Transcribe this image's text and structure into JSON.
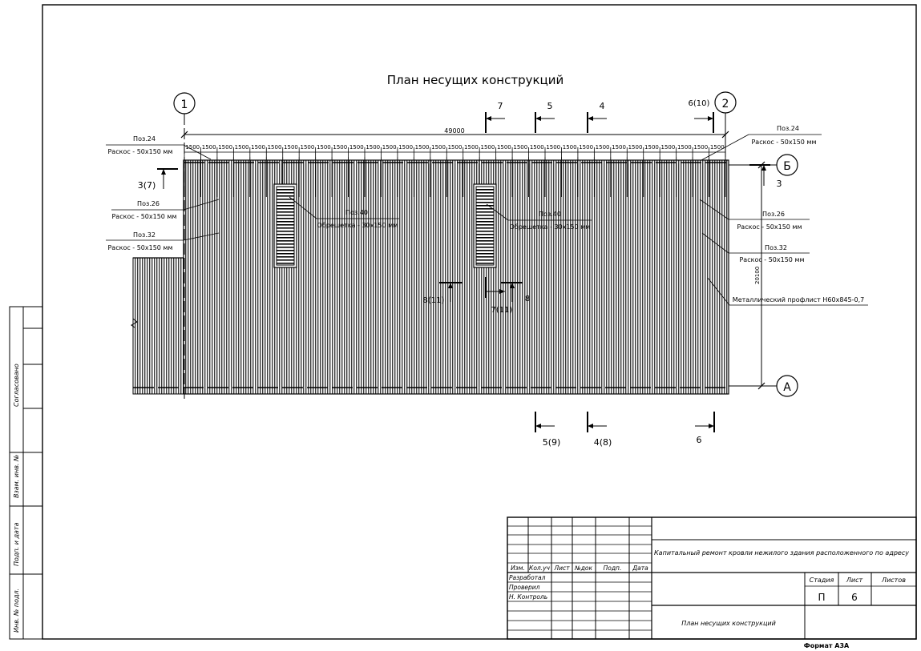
{
  "title": "План несущих конструкций",
  "axes": {
    "axis1": "1",
    "axis2": "2",
    "axisB": "Б",
    "axisA": "А"
  },
  "dimensions": {
    "overall_length": "49000",
    "bay_width": "20100",
    "spacing_label": "1500",
    "spacing_count": 33
  },
  "section_marks": {
    "top": [
      "7",
      "5",
      "4",
      "6(10)"
    ],
    "bottom": [
      "5(9)",
      "4(8)",
      "6"
    ],
    "left": "3(7)",
    "right": "3",
    "middle_8_11": "8(11)",
    "middle_7_11": "7(11)",
    "middle_8": "8"
  },
  "callouts": {
    "pos24_left": {
      "pos": "Поз.24",
      "desc": "Раскос - 50х150 мм"
    },
    "pos24_right": {
      "pos": "Поз.24",
      "desc": "Раскос - 50х150 мм"
    },
    "pos26_left": {
      "pos": "Поз.26",
      "desc": "Раскос - 50х150 мм"
    },
    "pos26_right": {
      "pos": "Поз.26",
      "desc": "Раскос - 50х150 мм"
    },
    "pos32_left": {
      "pos": "Поз.32",
      "desc": "Раскос - 50х150 мм"
    },
    "pos32_right": {
      "pos": "Поз.32",
      "desc": "Раскос - 50х150 мм"
    },
    "pos40_left": {
      "pos": "Поз.40",
      "desc": "Обрешетка - 30х150 мм"
    },
    "pos40_right": {
      "pos": "Поз.40",
      "desc": "Обрешетка - 30х150 мм"
    },
    "profile": "Металлический профлист Н60х845-0,7"
  },
  "side_stamp": {
    "soglasovano": "Согласовано",
    "vzam_inv": "Взам. инв. №",
    "podp_data": "Подп. и дата",
    "inv_podl": "Инв. № подл."
  },
  "title_block": {
    "headers": [
      "Изм.",
      "Кол.уч",
      "Лист",
      "№док",
      "Подп.",
      "Дата"
    ],
    "roles": [
      "Разработал",
      "Проверил",
      "Н. Контроль"
    ],
    "project_title": "Капитальный ремонт кровли нежилого здания расположенного по адресу",
    "stage_header": "Стадия",
    "sheet_header": "Лист",
    "sheets_header": "Листов",
    "stage_value": "П",
    "sheet_value": "6",
    "drawing_title": "План несущих конструкций",
    "format": "Формат А3А"
  }
}
